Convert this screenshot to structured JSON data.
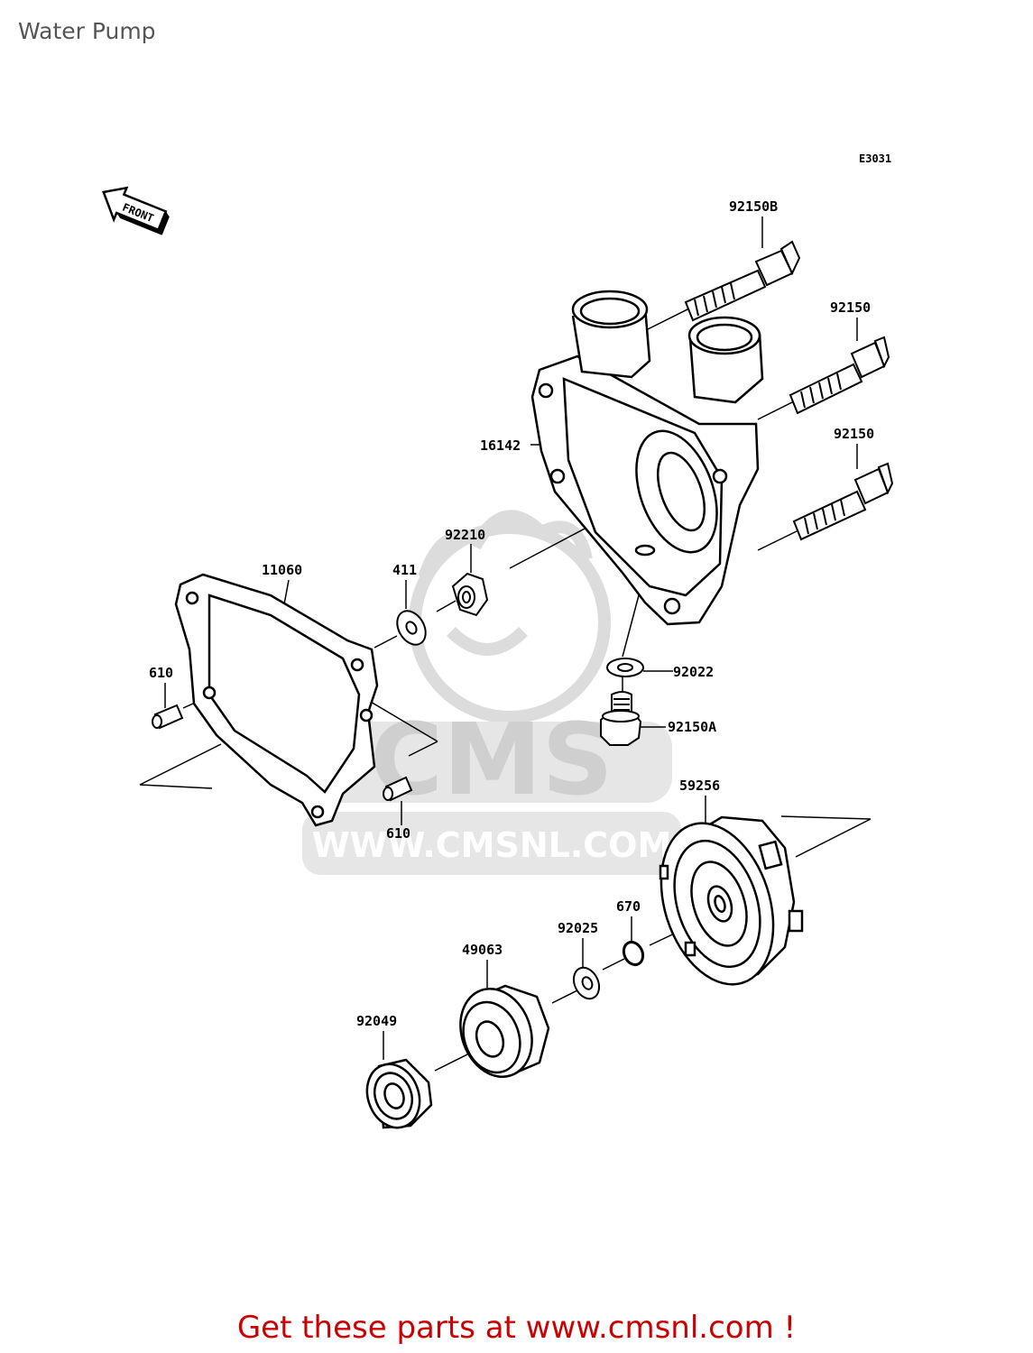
{
  "page": {
    "title": "Water Pump",
    "diagram_code": "E3031",
    "front_label": "FRONT",
    "footer_text": "Get these parts at www.cmsnl.com !",
    "footer_color": "#cc0000"
  },
  "watermark": {
    "brand": "CMS",
    "url": "WWW.CMSNL.COM",
    "color": "#d9d9d9"
  },
  "parts": {
    "p92150B": "92150B",
    "p92150_a": "92150",
    "p92150_b": "92150",
    "p16142": "16142",
    "p92210": "92210",
    "p411": "411",
    "p11060": "11060",
    "p610_a": "610",
    "p610_b": "610",
    "p92022": "92022",
    "p92150A": "92150A",
    "p59256": "59256",
    "p670": "670",
    "p92025": "92025",
    "p49063": "49063",
    "p92049": "92049"
  }
}
